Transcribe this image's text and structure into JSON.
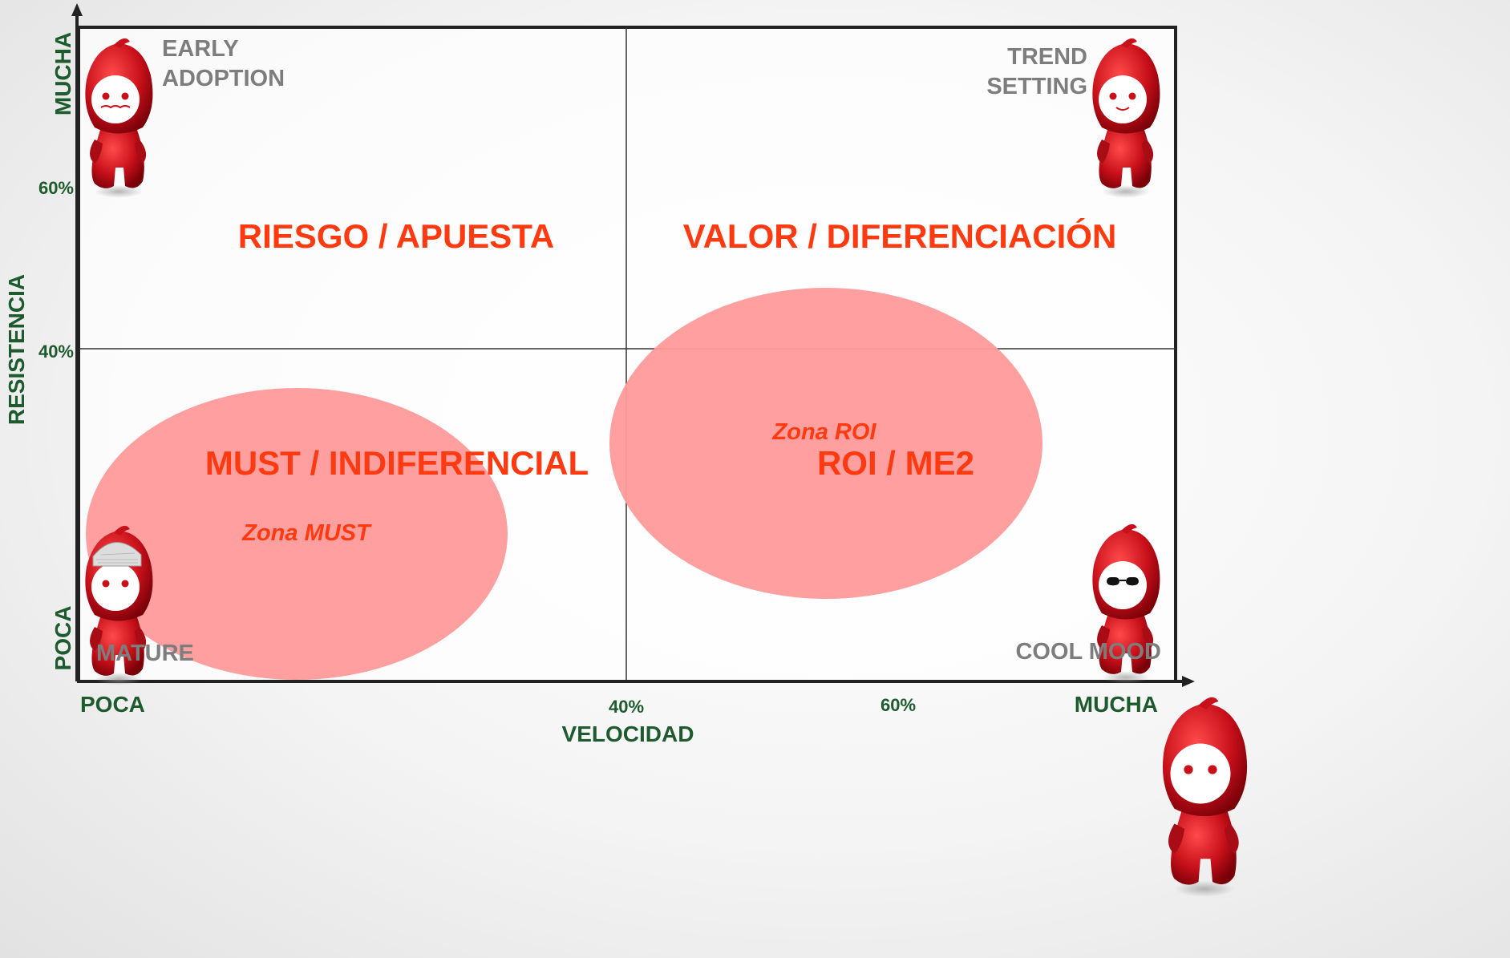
{
  "axes": {
    "y_title": "RESISTENCIA",
    "y_high": "MUCHA",
    "y_low": "POCA",
    "y_tick_60": "60%",
    "y_tick_40": "40%",
    "x_title": "VELOCIDAD",
    "x_low": "POCA",
    "x_high": "MUCHA",
    "x_tick_40": "40%",
    "x_tick_60": "60%"
  },
  "quadrants": {
    "top_left": "RIESGO / APUESTA",
    "top_right": "VALOR / DIFERENCIACIÓN",
    "bottom_left": "MUST / INDIFERENCIAL",
    "bottom_right": "ROI / ME2"
  },
  "zones": {
    "must": "Zona MUST",
    "roi": "Zona ROI"
  },
  "personas": {
    "top_left": [
      "EARLY",
      "ADOPTION"
    ],
    "top_right": [
      "TREND",
      "SETTING"
    ],
    "bottom_left": "MATURE",
    "bottom_right": "COOL MOOD"
  },
  "colors": {
    "axis_text": "#1d5a2e",
    "quadrant_text": "#ff3a10",
    "zone_fill": "#ff9a9a",
    "persona_text": "#7d7d7d",
    "mascot_red": "#c8101a"
  }
}
